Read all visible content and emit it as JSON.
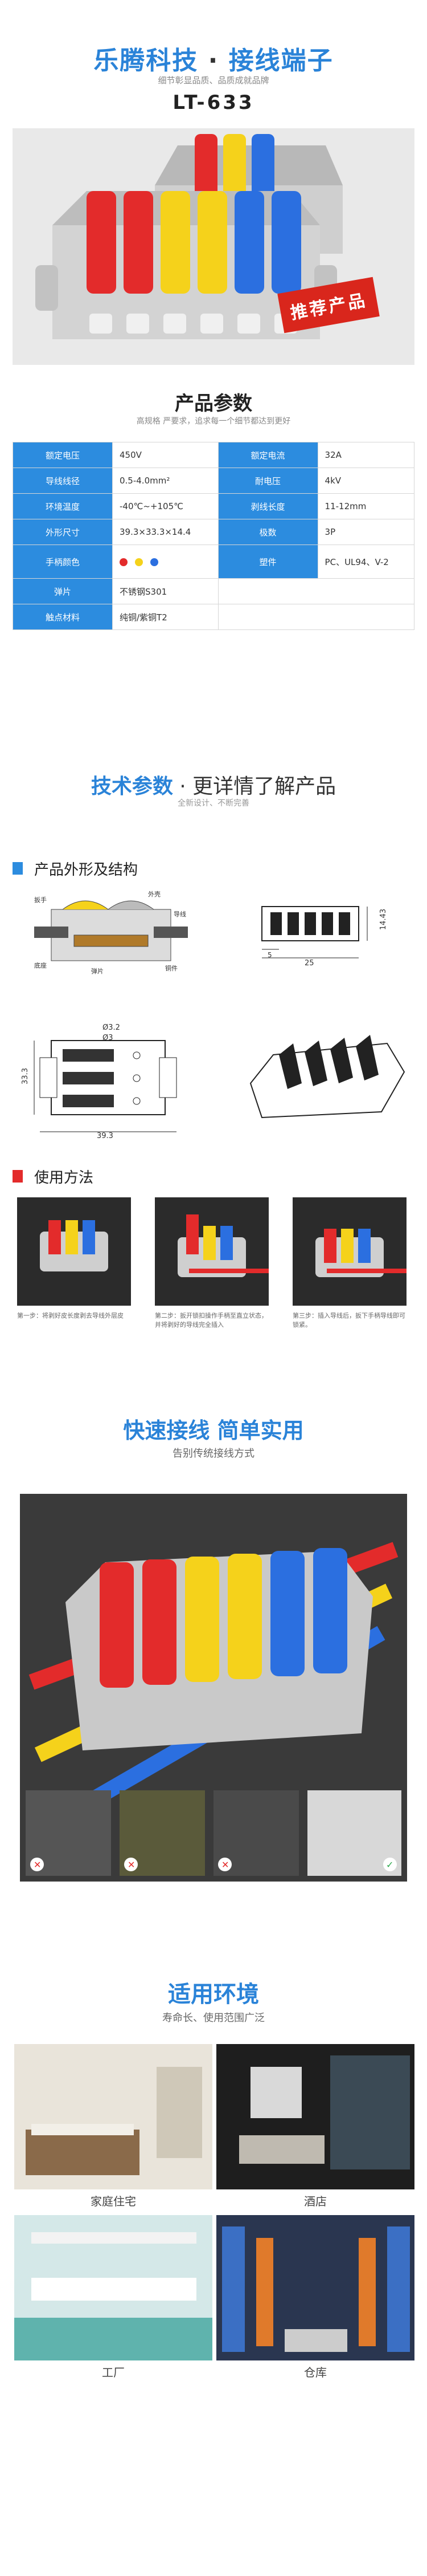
{
  "header": {
    "brand_left": "乐腾科技",
    "dot": "·",
    "brand_right": "接线端子",
    "subtitle": "细节彰显品质、品质成就品牌",
    "model": "LT-633"
  },
  "hero": {
    "stamp": "推荐产品"
  },
  "params": {
    "title": "产品参数",
    "subtitle": "高规格 严要求，追求每一个细节都达到更好",
    "rows": [
      {
        "k1": "额定电压",
        "v1": "450V",
        "k2": "额定电流",
        "v2": "32A"
      },
      {
        "k1": "导线线径",
        "v1": "0.5-4.0mm²",
        "k2": "耐电压",
        "v2": "4kV"
      },
      {
        "k1": "环境温度",
        "v1": "-40℃~+105℃",
        "k2": "剥线长度",
        "v2": "11-12mm"
      },
      {
        "k1": "外形尺寸",
        "v1": "39.3×33.3×14.4",
        "k2": "极数",
        "v2": "3P"
      },
      {
        "k1": "手柄颜色",
        "v1": "",
        "k2": "塑件",
        "v2": "PC、UL94、V-2"
      },
      {
        "k1": "弹片",
        "v1": "不锈钢S301",
        "k2": "",
        "v2": ""
      },
      {
        "k1": "触点材料",
        "v1": "纯铜/紫铜T2",
        "k2": "",
        "v2": ""
      }
    ],
    "handle_colors": [
      "#e32b2b",
      "#f5d21b",
      "#2b6fe0"
    ]
  },
  "tech": {
    "title_a": "技术参数",
    "title_b": "· 更详情了解产品",
    "subtitle": "全新设计、不断完善"
  },
  "shape": {
    "title": "产品外形及结构",
    "labels": {
      "l1": "扳手",
      "l2": "外壳",
      "l3": "导线",
      "l4": "底座",
      "l5": "铜件",
      "l6": "弹片",
      "d1": "14.43",
      "d2": "25",
      "d3": "5",
      "d4": "Ø3.2",
      "d5": "Ø3",
      "d6": "33.3",
      "d7": "39.3"
    }
  },
  "usage": {
    "title": "使用方法",
    "steps": [
      "第一步：将剥好皮长度剥去导线外层皮",
      "第二步：扳开锁扣操作手柄至直立状态，并将剥好的导线完全插入",
      "第三步：插入导线后，扳下手柄导线即可锁紧。"
    ]
  },
  "fast": {
    "title_a": "快速接线",
    "title_b": "简单实用",
    "subtitle": "告别传统接线方式"
  },
  "env": {
    "title": "适用环境",
    "subtitle": "寿命长、使用范围广泛",
    "items": [
      "家庭住宅",
      "酒店",
      "工厂",
      "仓库"
    ]
  }
}
